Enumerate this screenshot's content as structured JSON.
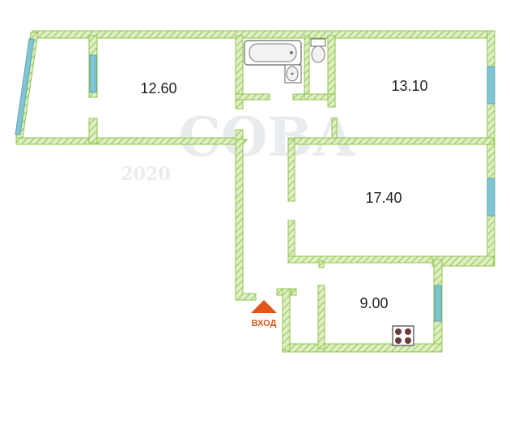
{
  "colors": {
    "wall_fill": "#dfeec6",
    "wall_stroke": "#8fc54a",
    "window": "#7fc5d3",
    "entry_marker": "#e2561a",
    "watermark": "#e9ecee"
  },
  "watermark": {
    "brand": "СОВА",
    "year": "2020"
  },
  "rooms": [
    {
      "id": "room-1",
      "area": "12.60"
    },
    {
      "id": "room-2",
      "area": "13.10"
    },
    {
      "id": "room-3",
      "area": "17.40"
    },
    {
      "id": "room-4",
      "area": "9.00"
    }
  ],
  "entry": {
    "label": "ВХОД",
    "icon": "triangle-up-icon"
  },
  "fixtures": [
    "bathtub-icon",
    "sink-icon",
    "toilet-icon",
    "stove-icon"
  ]
}
